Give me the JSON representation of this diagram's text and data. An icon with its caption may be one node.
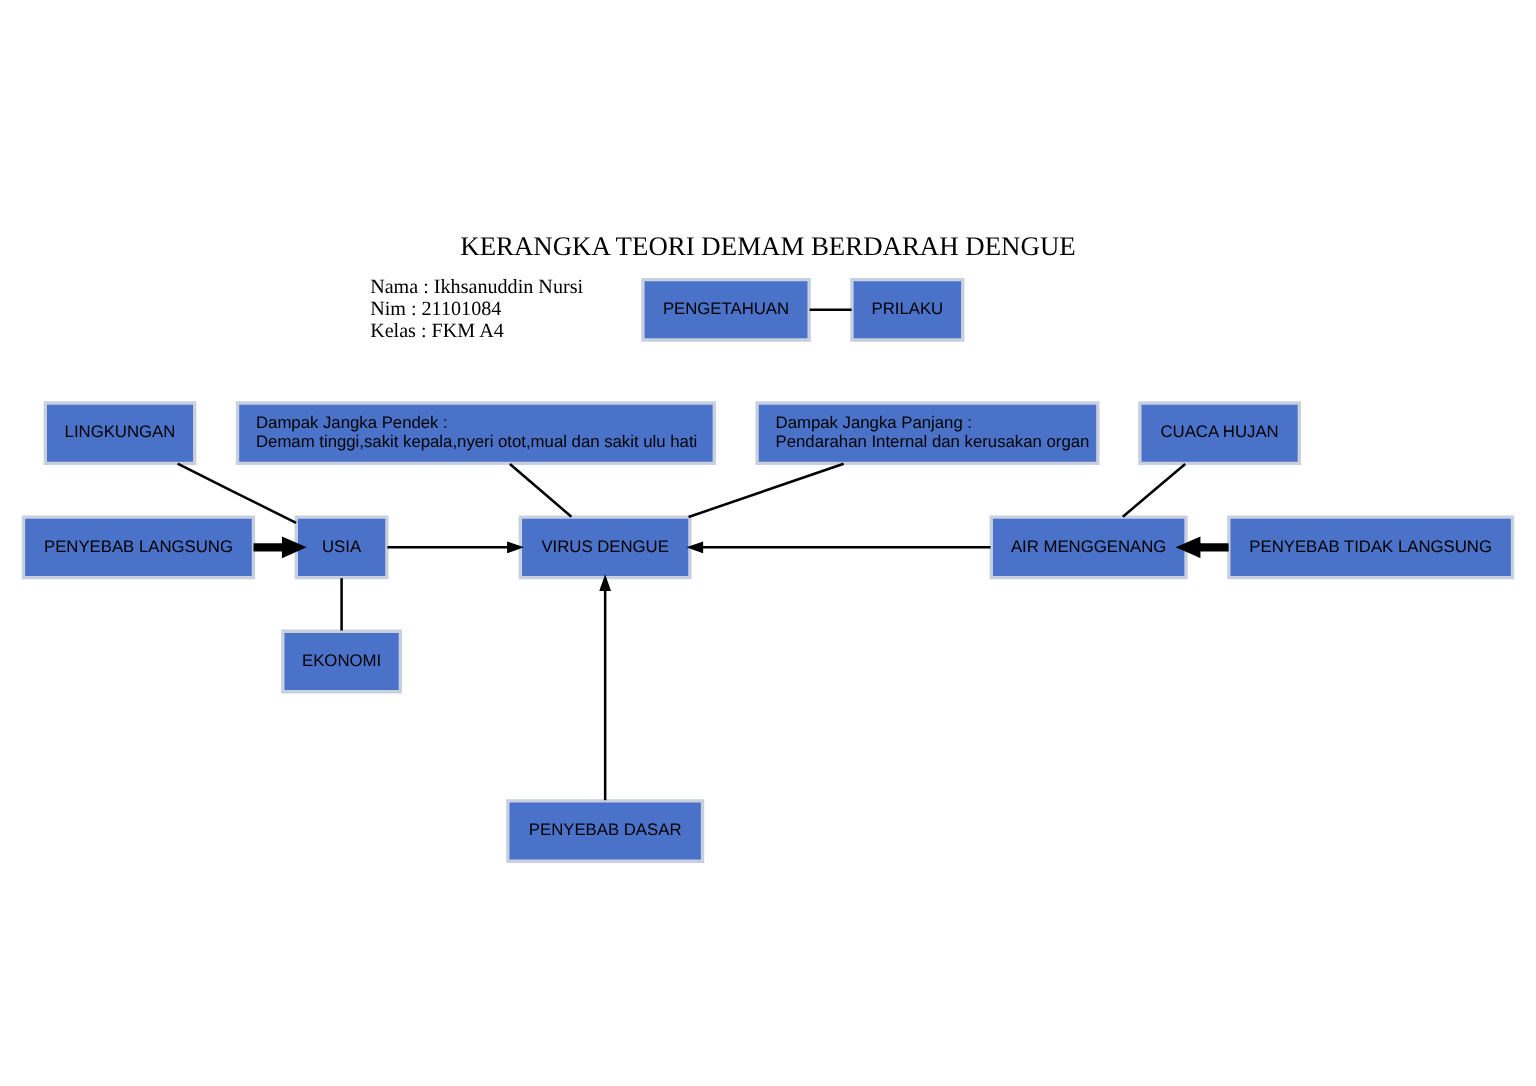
{
  "diagram": {
    "title": "KERANGKA TEORI DEMAM BERDARAH DENGUE",
    "nodes": [
      {
        "text": [
          "Dampak Jangka Pendek :",
          "Demam tinggi,sakit kepala,nyeri otot,mual dan sakit ulu hati"
        ]
      },
      {
        "text": [
          "Dampak Jangka Panjang :",
          "Pendarahan Internal dan kerusakan organ"
        ]
      },
      {
        "text": [
          "LINGKUNGAN"
        ]
      },
      {
        "text": [
          "CUACA HUJAN"
        ]
      },
      {
        "text": [
          "PENYEBAB LANGSUNG"
        ]
      },
      {
        "text": [
          "USIA"
        ]
      },
      {
        "text": [
          "VIRUS DENGUE"
        ]
      },
      {
        "text": [
          "AIR MENGGENANG"
        ]
      },
      {
        "text": [
          "PENYEBAB TIDAK LANGSUNG"
        ]
      },
      {
        "text": [
          "EKONOMI"
        ]
      },
      {
        "text": [
          "PENGETAHUAN"
        ]
      },
      {
        "text": [
          "PRILAKU"
        ]
      },
      {
        "text": [
          "PENYEBAB DASAR"
        ]
      }
    ],
    "edges": [
      {
        "from": 6,
        "to": 0,
        "arrow": "none"
      },
      {
        "from": 6,
        "to": 1,
        "arrow": "none"
      },
      {
        "from": 2,
        "to": 5,
        "arrow": "none"
      },
      {
        "from": 5,
        "to": 9,
        "arrow": "none"
      },
      {
        "from": 4,
        "to": 5,
        "arrow": "to",
        "style": "thick"
      },
      {
        "from": 5,
        "to": 6,
        "arrow": "to"
      },
      {
        "from": 3,
        "to": 7,
        "arrow": "none"
      },
      {
        "from": 8,
        "to": 7,
        "arrow": "to",
        "style": "thick"
      },
      {
        "from": 7,
        "to": 6,
        "arrow": "to"
      },
      {
        "from": 10,
        "to": 11,
        "arrow": "none"
      },
      {
        "from": 12,
        "to": 6,
        "arrow": "to"
      }
    ],
    "labels": [
      "Nama : Ikhsanuddin Nursi",
      "Nim : 21101084",
      "Kelas : FKM A4"
    ]
  }
}
